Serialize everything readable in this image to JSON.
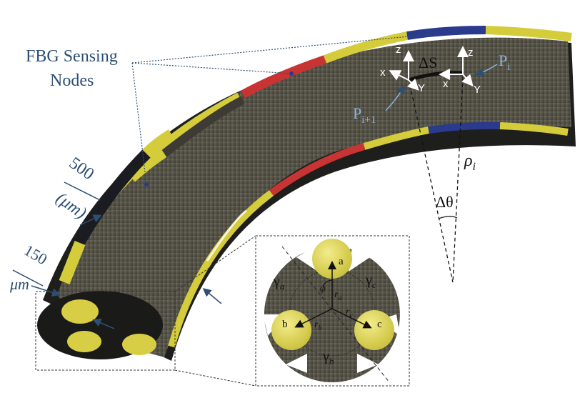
{
  "labels": {
    "fbg_line1": "FBG Sensing",
    "fbg_line2": "Nodes",
    "dim_500_value": "500",
    "dim_500_unit": "(μm)",
    "dim_150_value": "150",
    "dim_150_unit": "μm",
    "delta_s": "ΔS",
    "p_i_base": "P",
    "p_i_sub": "i",
    "p_i1_base": "P",
    "p_i1_sub": "i+1",
    "rho_base": "ρ",
    "rho_sub": "i",
    "delta_theta": "Δθ",
    "axis_z1": "z",
    "axis_x1": "x",
    "axis_y1": "Y",
    "axis_z2": "z",
    "axis_x2": "x",
    "axis_y2": "Y"
  },
  "cross_section": {
    "core_a": "a",
    "core_b": "b",
    "core_c": "c",
    "gamma_a_base": "γ",
    "gamma_a_sub": "a",
    "gamma_b_base": "γ",
    "gamma_b_sub": "b",
    "gamma_c_base": "γ",
    "gamma_c_sub": "c",
    "phi": "ϕ",
    "r_a_base": "r",
    "r_a_sub": "a",
    "r_b_base": "r",
    "r_b_sub": "b",
    "r_c_base": "r",
    "r_c_sub": "c"
  },
  "colors": {
    "fiber_body": "#555247",
    "grating_yellow": "#d4cc3a",
    "grating_red": "#c83434",
    "grating_blue": "#2a3a8c",
    "label_blue": "#2c4f73",
    "core_yellow": "#e6dc5a"
  }
}
